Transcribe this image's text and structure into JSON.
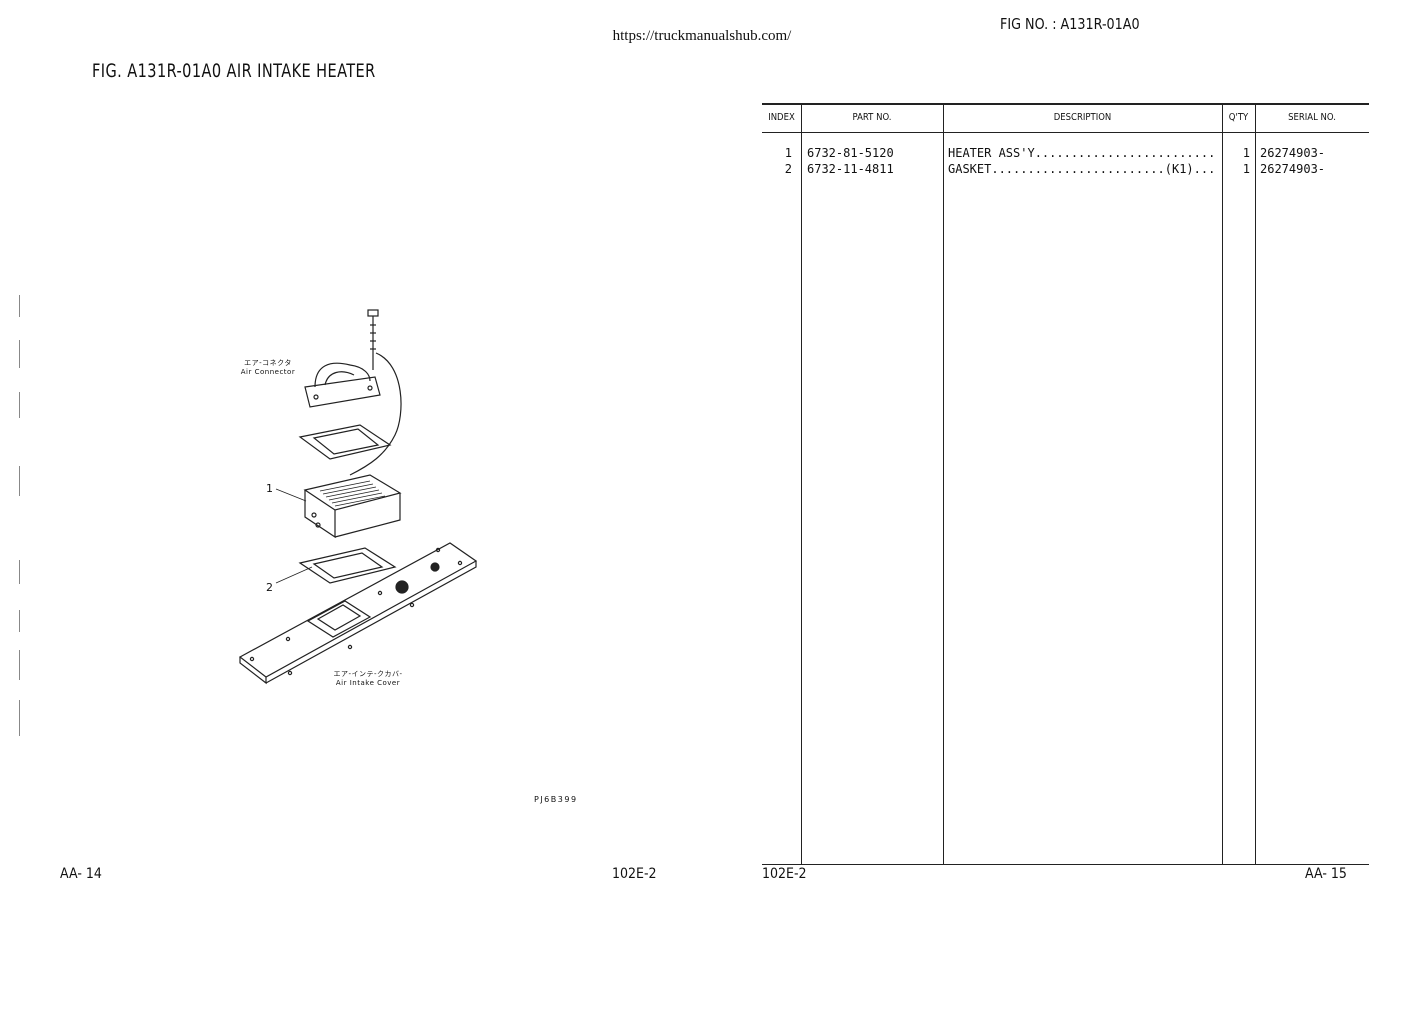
{
  "url": "https://truckmanualshub.com/",
  "left_page": {
    "fig_title": "FIG. A131R-01A0   AIR INTAKE HEATER",
    "illustration": {
      "label_connector_jp": "エア-コネクタ",
      "label_connector_en": "Air Connector",
      "label_cover_jp": "エア-インテ-クカバ-",
      "label_cover_en": "Air Intake Cover",
      "callout_1": "1",
      "callout_2": "2",
      "code": "PJ6B399"
    },
    "footer_left": "AA- 14",
    "footer_right": "102E-2"
  },
  "right_page": {
    "fig_no": "FIG NO.  : A131R-01A0",
    "table": {
      "headers": {
        "index": "INDEX",
        "part_no": "PART NO.",
        "description": "DESCRIPTION",
        "qty": "Q'TY",
        "serial_no": "SERIAL NO."
      },
      "rows": [
        {
          "index": "1",
          "part_no": "6732-81-5120",
          "description": "HEATER ASS'Y..............................",
          "qty": "1",
          "serial_no": "26274903-"
        },
        {
          "index": "2",
          "part_no": "6732-11-4811",
          "description": "GASKET........................(K1)......",
          "qty": "1",
          "serial_no": "26274903-"
        }
      ]
    },
    "footer_left": "102E-2",
    "footer_right": "AA- 15"
  }
}
